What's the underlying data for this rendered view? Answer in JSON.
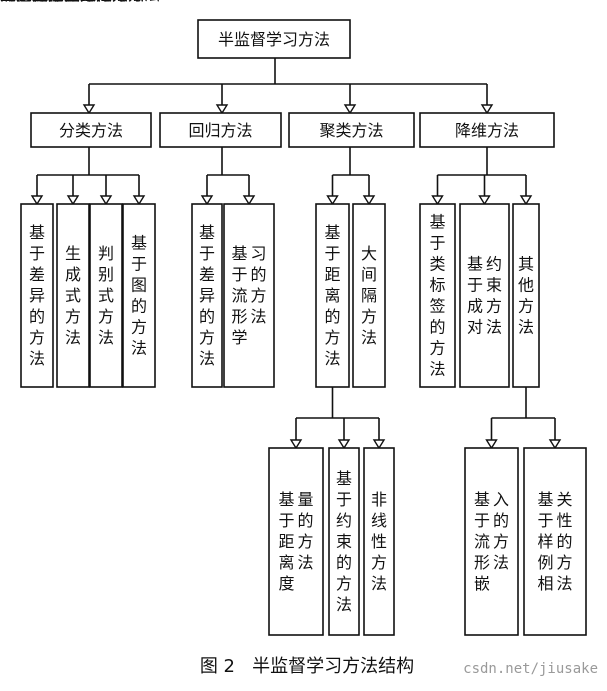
{
  "root": {
    "label": "半监督学习方法"
  },
  "categories": [
    {
      "label": "分类方法"
    },
    {
      "label": "回归方法"
    },
    {
      "label": "聚类方法"
    },
    {
      "label": "降维方法"
    }
  ],
  "leaves": [
    {
      "label": "基于差异的方法"
    },
    {
      "label": "生成式方法"
    },
    {
      "label": "判别式方法"
    },
    {
      "label": "基于图的方法"
    },
    {
      "label": "基于差异的方法"
    },
    {
      "label": "基于流形学习的方法"
    },
    {
      "label": "基于距离的方法"
    },
    {
      "label": "大间隔方法"
    },
    {
      "label": "基于类标签的方法"
    },
    {
      "label": "基于成对约束方法"
    },
    {
      "label": "其他方法"
    },
    {
      "label": "基于距离度量的方法"
    },
    {
      "label": "基于约束的方法"
    },
    {
      "label": "非线性方法"
    },
    {
      "label": "基于流形嵌入的方法"
    },
    {
      "label": "基于样例相关性的方法"
    }
  ],
  "caption": {
    "text": "图 2   半监督学习方法结构"
  },
  "watermark": {
    "text": "csdn.net/jiusake"
  }
}
